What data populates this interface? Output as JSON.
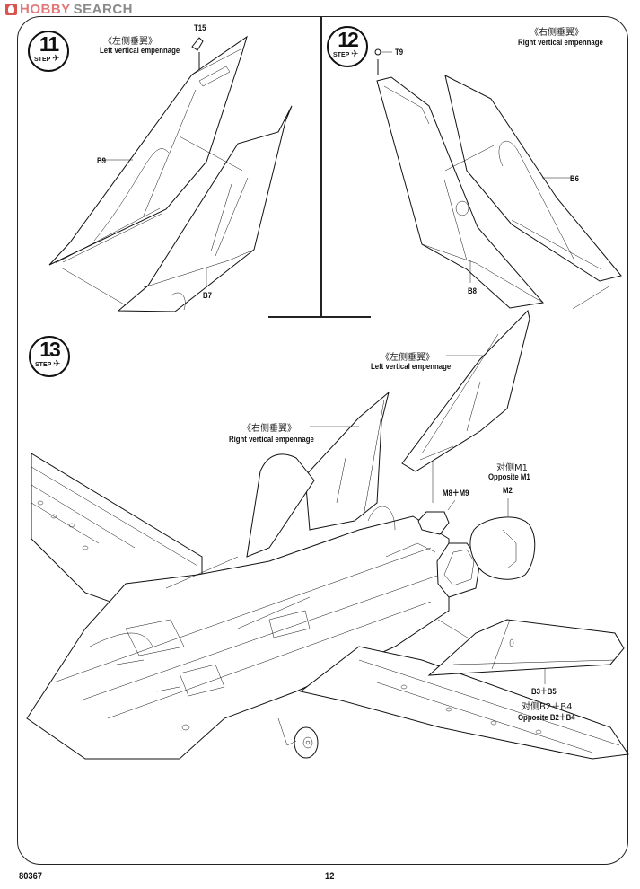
{
  "watermark": {
    "brand_part1": "HOBBY",
    "brand_part2": "SEARCH",
    "icon": "flame-icon",
    "colors": {
      "hobby": "#e0797a",
      "search": "#8a8a8a"
    }
  },
  "steps": [
    {
      "number": "11",
      "step_word": "STEP",
      "title_cn": "《左侧垂翼》",
      "title_en": "Left vertical empennage",
      "parts": [
        "T15",
        "B9",
        "B7"
      ]
    },
    {
      "number": "12",
      "step_word": "STEP",
      "title_cn": "《右侧垂翼》",
      "title_en": "Right vertical empennage",
      "parts": [
        "T9",
        "B6",
        "B8"
      ]
    },
    {
      "number": "13",
      "step_word": "STEP",
      "callouts": {
        "left_fin_cn": "《左侧垂翼》",
        "left_fin_en": "Left vertical empennage",
        "right_fin_cn": "《右侧垂翼》",
        "right_fin_en": "Right vertical empennage",
        "opposite_m1_cn": "对侧M1",
        "opposite_m1_en": "Opposite M1",
        "m2": "M2",
        "m8_m9": "M8＋M9",
        "stab_parts": "B3＋B5",
        "stab_opposite_cn": "对侧B2＋B4",
        "stab_opposite_en": "Opposite B2＋B4"
      }
    }
  ],
  "footer": {
    "product_code": "80367",
    "page_number": "12"
  }
}
